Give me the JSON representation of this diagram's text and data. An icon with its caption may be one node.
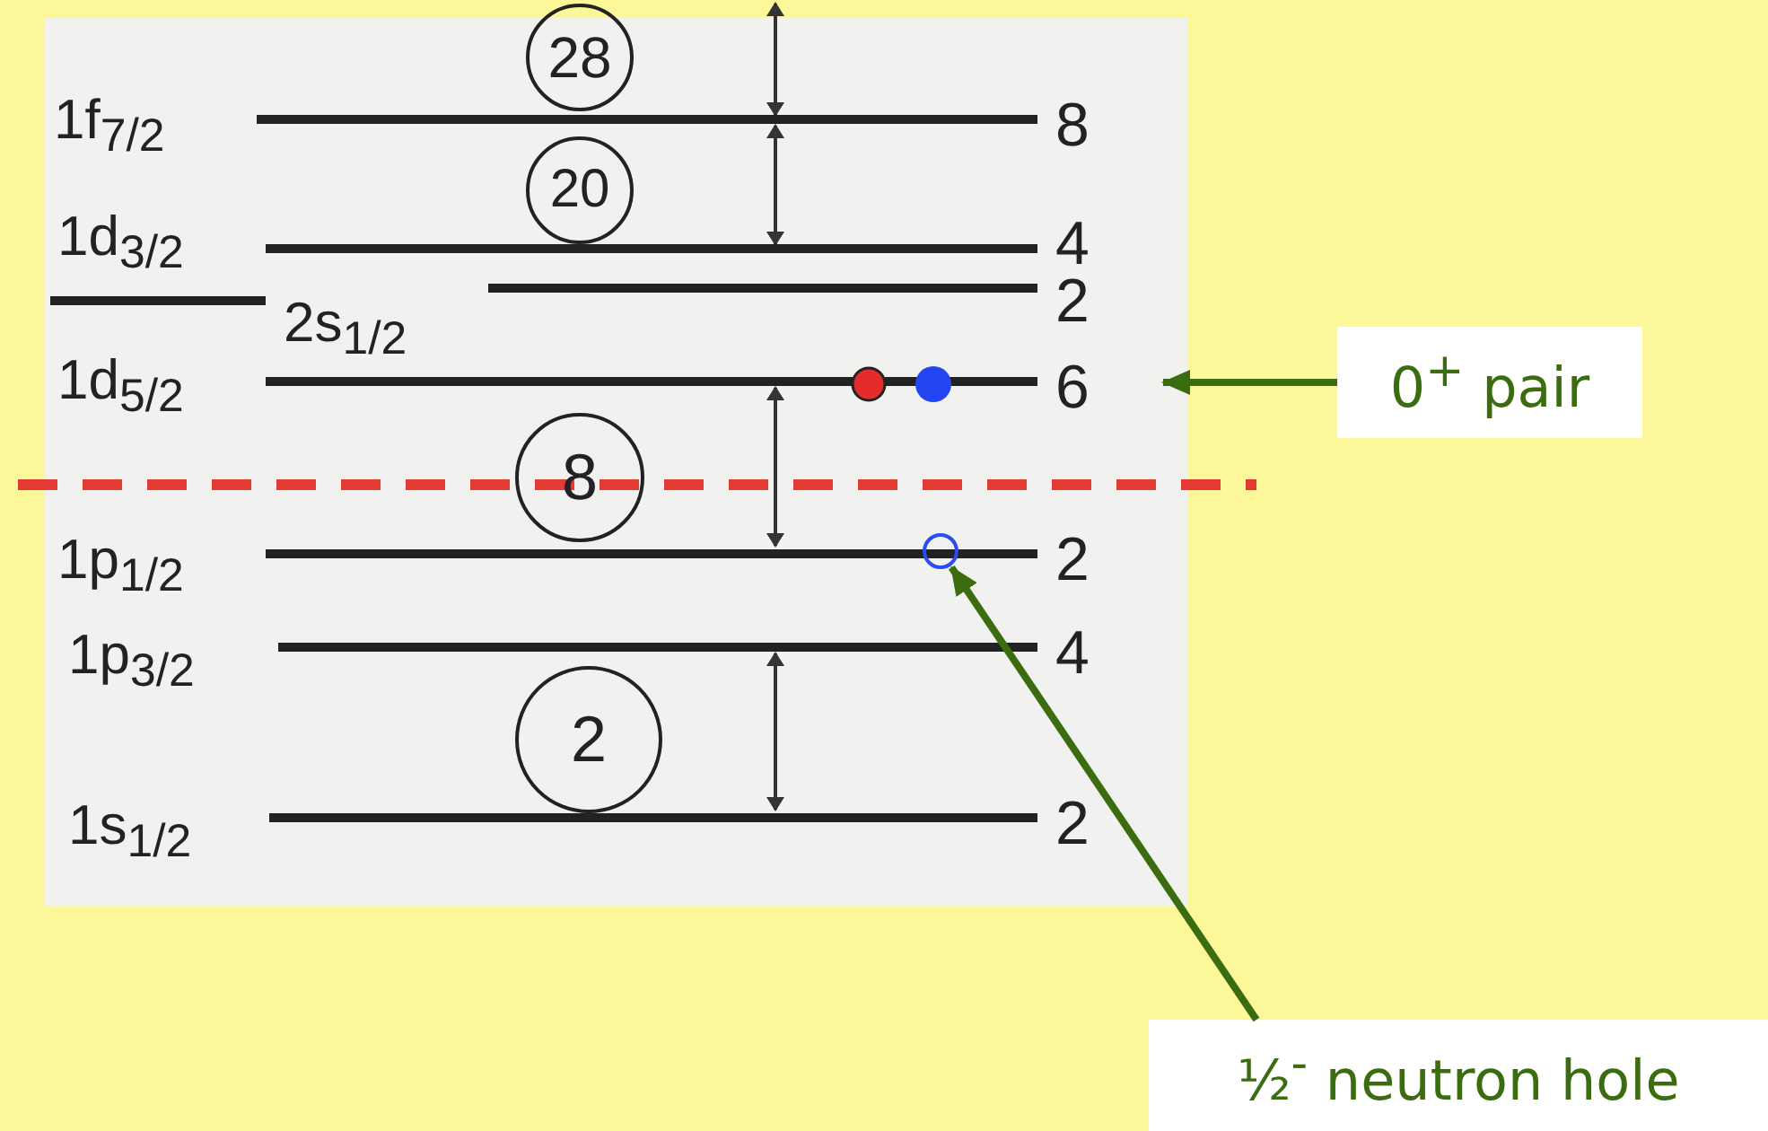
{
  "diagram": {
    "nodes": [
      {
        "text": [
          "28"
        ]
      },
      {
        "text": [
          "20"
        ]
      },
      {
        "text": [
          "8"
        ]
      },
      {
        "text": [
          "2"
        ]
      },
      {
        "text": [
          "0$^{+}$ pair"
        ]
      },
      {
        "text": [],
        "shape": "circle"
      },
      {
        "text": [
          "½$^{-}$ neutron hole"
        ]
      }
    ],
    "edges": [
      {
        "from": 4,
        "to": null,
        "arrow": "to"
      },
      {
        "from": 6,
        "to": 5,
        "arrow": "to"
      }
    ],
    "labels": [
      "1f$_{7/2}$",
      "8",
      "1d$_{3/2}$",
      "4",
      "2s$_{1/2}$",
      "2",
      "1d$_{5/2}$",
      "6",
      "1p$_{1/2}$",
      "2",
      "1p$_{3/2}$",
      "4",
      "1s$_{1/2}$",
      "2"
    ]
  }
}
